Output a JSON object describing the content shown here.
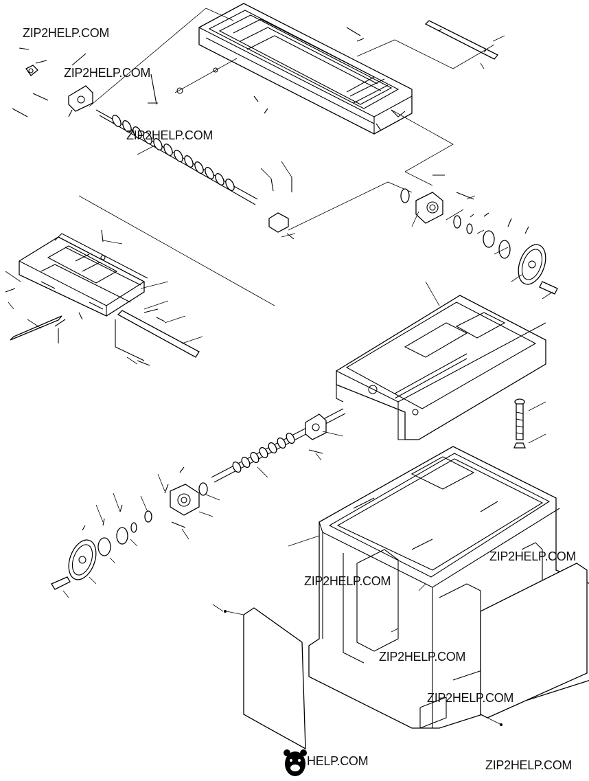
{
  "watermarks": [
    "ZIP2HELP.COM",
    "ZIP2HELP.COM",
    "ZIP2HELP.COM",
    "ZIP2HELP.COM",
    "ZIP2HELP.COM",
    "ZIP2HELP.COM",
    "ZIP2HELP.COM",
    "ZIP2HELP.COM"
  ],
  "logo": {
    "icon": "bear-head-logo-icon",
    "text": "HELP.COM"
  },
  "colors": {
    "line": "#000000",
    "background": "#ffffff"
  }
}
